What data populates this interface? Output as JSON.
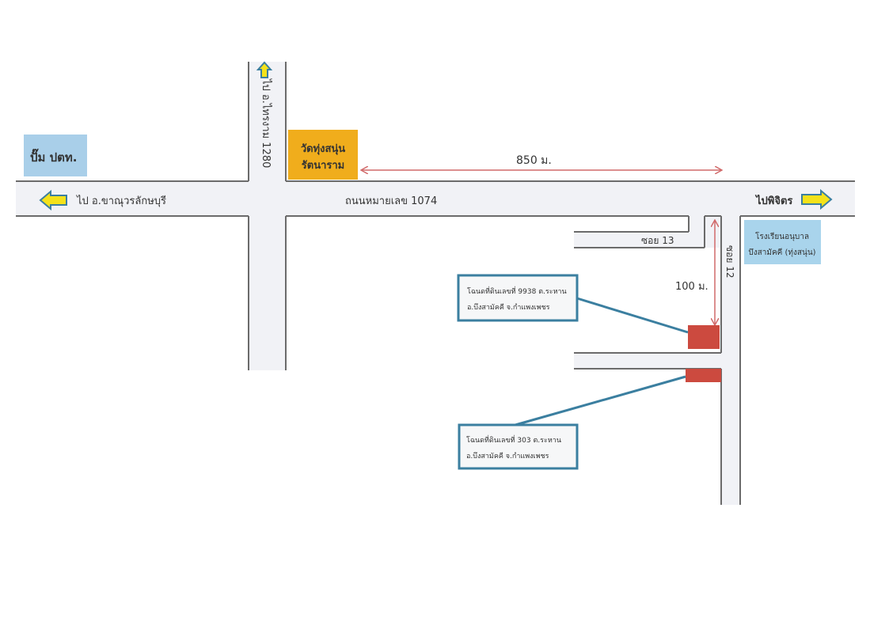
{
  "map": {
    "roads": {
      "main_road": "ถนนหมายเลข 1074",
      "north_road": "ไป อ.ไทรงาม  1280",
      "soi_13": "ซอย 13",
      "soi_12": "ซอย 12"
    },
    "directions": {
      "west": "ไป อ.ขาณุวรลักษบุรี",
      "east": "ไปพิจิตร"
    },
    "landmarks": {
      "gas_station": "ปั๊ม ปตท.",
      "temple_line1": "วัดทุ่งสนุ่น",
      "temple_line2": "รัตนาราม",
      "school_line1": "โรงเรียนอนุบาล",
      "school_line2": "บึงสามัคคี (ทุ่งสนุ่น)"
    },
    "distances": {
      "temple_to_soi12": "850 ม.",
      "main_road_to_plot": "100 ม."
    },
    "plots": [
      {
        "line1": "โฉนดที่ดินเลขที่ 9938 ต.ระหาน",
        "line2": "อ.บึงสามัคคี จ.กำแพงเพชร"
      },
      {
        "line1": "โฉนดที่ดินเลขที่  303 ต.ระหาน",
        "line2": "อ.บึงสามัคคี จ.กำแพงเพชร"
      }
    ],
    "colors": {
      "temple": "#f0ad1c",
      "gas_station": "#a9cfe9",
      "school": "#a9d4ec",
      "plot": "#cc4a3f",
      "callout_border": "#3b7fa0",
      "dimension_line": "#d16a6a",
      "direction_arrow": "#f4e21a"
    }
  }
}
